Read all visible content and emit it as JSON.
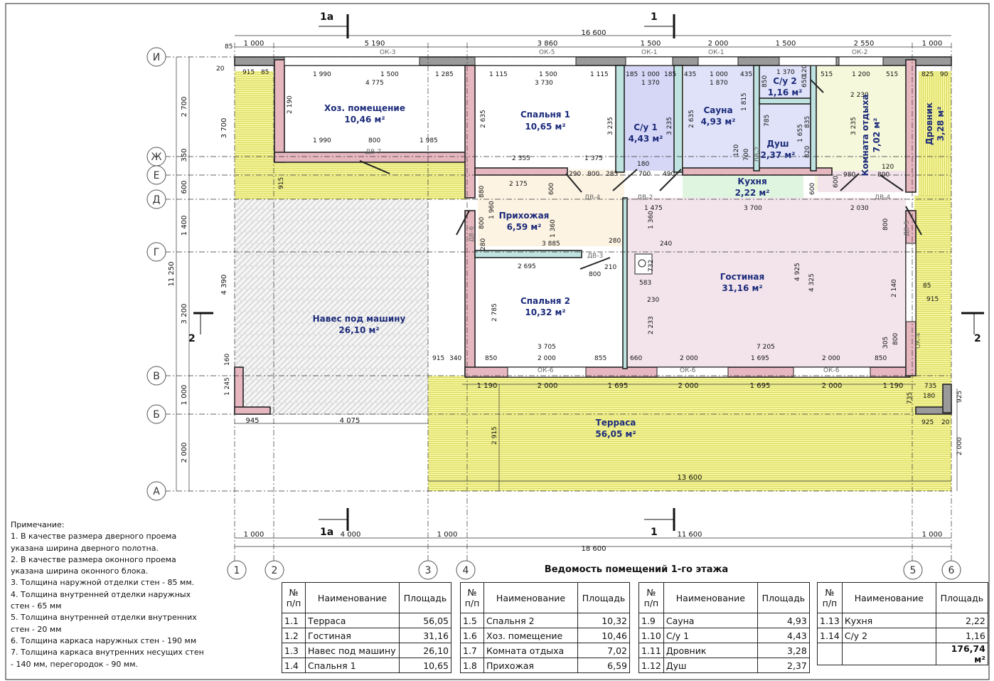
{
  "title": "Ведомость помещений 1-го этажа",
  "rooms": [
    {
      "name": "Хоз. помещение",
      "area": "10,46 м²"
    },
    {
      "name": "Спальня 1",
      "area": "10,65 м²"
    },
    {
      "name": "С/у 1",
      "area": "4,43 м²"
    },
    {
      "name": "Сауна",
      "area": "4,93 м²"
    },
    {
      "name": "С/у 2",
      "area": "1,16 м²"
    },
    {
      "name": "Душ",
      "area": "2,37 м²"
    },
    {
      "name": "Комната отдыха",
      "area": "7,02 м²"
    },
    {
      "name": "Дровник",
      "area": "3,28 м²"
    },
    {
      "name": "Кухня",
      "area": "2,22 м²"
    },
    {
      "name": "Прихожая",
      "area": "6,59 м²"
    },
    {
      "name": "Гостиная",
      "area": "31,16 м²"
    },
    {
      "name": "Спальня 2",
      "area": "10,32 м²"
    },
    {
      "name": "Навес под машину",
      "area": "26,10 м²"
    },
    {
      "name": "Терраса",
      "area": "56,05 м²"
    }
  ],
  "axes_rows": [
    "И",
    "Ж",
    "Е",
    "Д",
    "Г",
    "В",
    "Б",
    "А"
  ],
  "axes_cols": [
    "1",
    "2",
    "3",
    "4",
    "5",
    "6"
  ],
  "sections": [
    "1а",
    "1",
    "2"
  ],
  "door_marks": [
    "ДВ-7",
    "ДВ-4",
    "ДВ-2",
    "ДВ-3",
    "ДВ-6",
    "ДВ-5",
    "ДВ-2",
    "ДВ-4"
  ],
  "window_marks": [
    "ОК-3",
    "ОК-5",
    "ОК-1",
    "ОК-1",
    "ОК-2",
    "ОК-6",
    "ОК-6",
    "ОК-6",
    "ОК-4"
  ],
  "dims": {
    "top_chain": [
      "1 000",
      "5 190",
      "3 860",
      "1 500",
      "2 000",
      "1 500",
      "2 550",
      "1 000"
    ],
    "top_total": "16 600",
    "bottom_chain": [
      "1 000",
      "4 000",
      "1 000",
      "11 600",
      "1 000"
    ],
    "bottom_total": "18 600",
    "left_chain": [
      "2 700",
      "350",
      "600",
      "1 400",
      "3 200",
      "1 000",
      "2 000"
    ],
    "left_total": "11 250",
    "left_inner": [
      "3 700",
      "4 390"
    ],
    "terrace_width": "13 600",
    "carport_chain": [
      "945",
      "4 075"
    ],
    "south_chain": [
      "1 190",
      "2 000",
      "1 695",
      "2 000",
      "1 695",
      "2 000",
      "1 190"
    ],
    "misc": [
      "85",
      "20",
      "915",
      "85",
      "1 990",
      "1 500",
      "1 285",
      "1 115",
      "1 500",
      "1 115",
      "185",
      "1 000",
      "185",
      "435",
      "1 000",
      "435",
      "1 370",
      "515",
      "1 200",
      "515",
      "825",
      "90",
      "4 775",
      "3 730",
      "1 370",
      "1 870",
      "2 230",
      "2 190",
      "2 635",
      "3 235",
      "3 235",
      "2 635",
      "1 815",
      "850",
      "650",
      "120",
      "785",
      "835",
      "1 655",
      "820",
      "700",
      "120",
      "3 235",
      "1 990",
      "800",
      "1 985",
      "2 355",
      "1 375",
      "180",
      "290",
      "800",
      "285",
      "700",
      "490",
      "980",
      "800",
      "120",
      "2 175",
      "600",
      "600",
      "600",
      "1 475",
      "3 700",
      "2 030",
      "880",
      "1 960",
      "800",
      "1 360",
      "1 360",
      "280",
      "800",
      "3 885",
      "280",
      "240",
      "732",
      "583",
      "230",
      "210",
      "800",
      "2 695",
      "2 785",
      "2 233",
      "4 925",
      "4 325",
      "2 140",
      "85",
      "915",
      "3 705",
      "7 205",
      "915",
      "340",
      "850",
      "2 000",
      "855",
      "660",
      "2 000",
      "1 695",
      "2 000",
      "850",
      "305",
      "800",
      "735",
      "180",
      "735",
      "925",
      "925",
      "20",
      "160",
      "1 245",
      "2 915",
      "2 000",
      "915"
    ]
  },
  "notes_title": "Примечание:",
  "notes": [
    "1. В качестве размера дверного проема указана ширина дверного полотна.",
    "2. В качестве размера оконного проема указана ширина оконного блока.",
    "3. Толщина наружной отделки стен - 85 мм.",
    "4. Толщина внутренней отделки наружных стен - 65 мм",
    "5. Толщина внутренней отделки внутренних стен - 20 мм",
    "6. Толщина каркаса наружных стен - 190 мм",
    "7. Толщина каркаса внутренних несущих стен - 140 мм, перегородок - 90 мм."
  ],
  "schedule": {
    "headers": {
      "num": "№ п/п",
      "name": "Наименование",
      "area": "Площадь"
    },
    "columns": [
      [
        [
          "1.1",
          "Терраса",
          "56,05"
        ],
        [
          "1.2",
          "Гостиная",
          "31,16"
        ],
        [
          "1.3",
          "Навес под машину",
          "26,10"
        ],
        [
          "1.4",
          "Спальня 1",
          "10,65"
        ]
      ],
      [
        [
          "1.5",
          "Спальня 2",
          "10,32"
        ],
        [
          "1.6",
          "Хоз. помещение",
          "10,46"
        ],
        [
          "1.7",
          "Комната отдыха",
          "7,02"
        ],
        [
          "1.8",
          "Прихожая",
          "6,59"
        ]
      ],
      [
        [
          "1.9",
          "Сауна",
          "4,93"
        ],
        [
          "1.10",
          "С/у 1",
          "4,43"
        ],
        [
          "1.11",
          "Дровник",
          "3,28"
        ],
        [
          "1.12",
          "Душ",
          "2,37"
        ]
      ],
      [
        [
          "1.13",
          "Кухня",
          "2,22"
        ],
        [
          "1.14",
          "С/у 2",
          "1,16"
        ]
      ]
    ],
    "total": "176,74 м²"
  }
}
